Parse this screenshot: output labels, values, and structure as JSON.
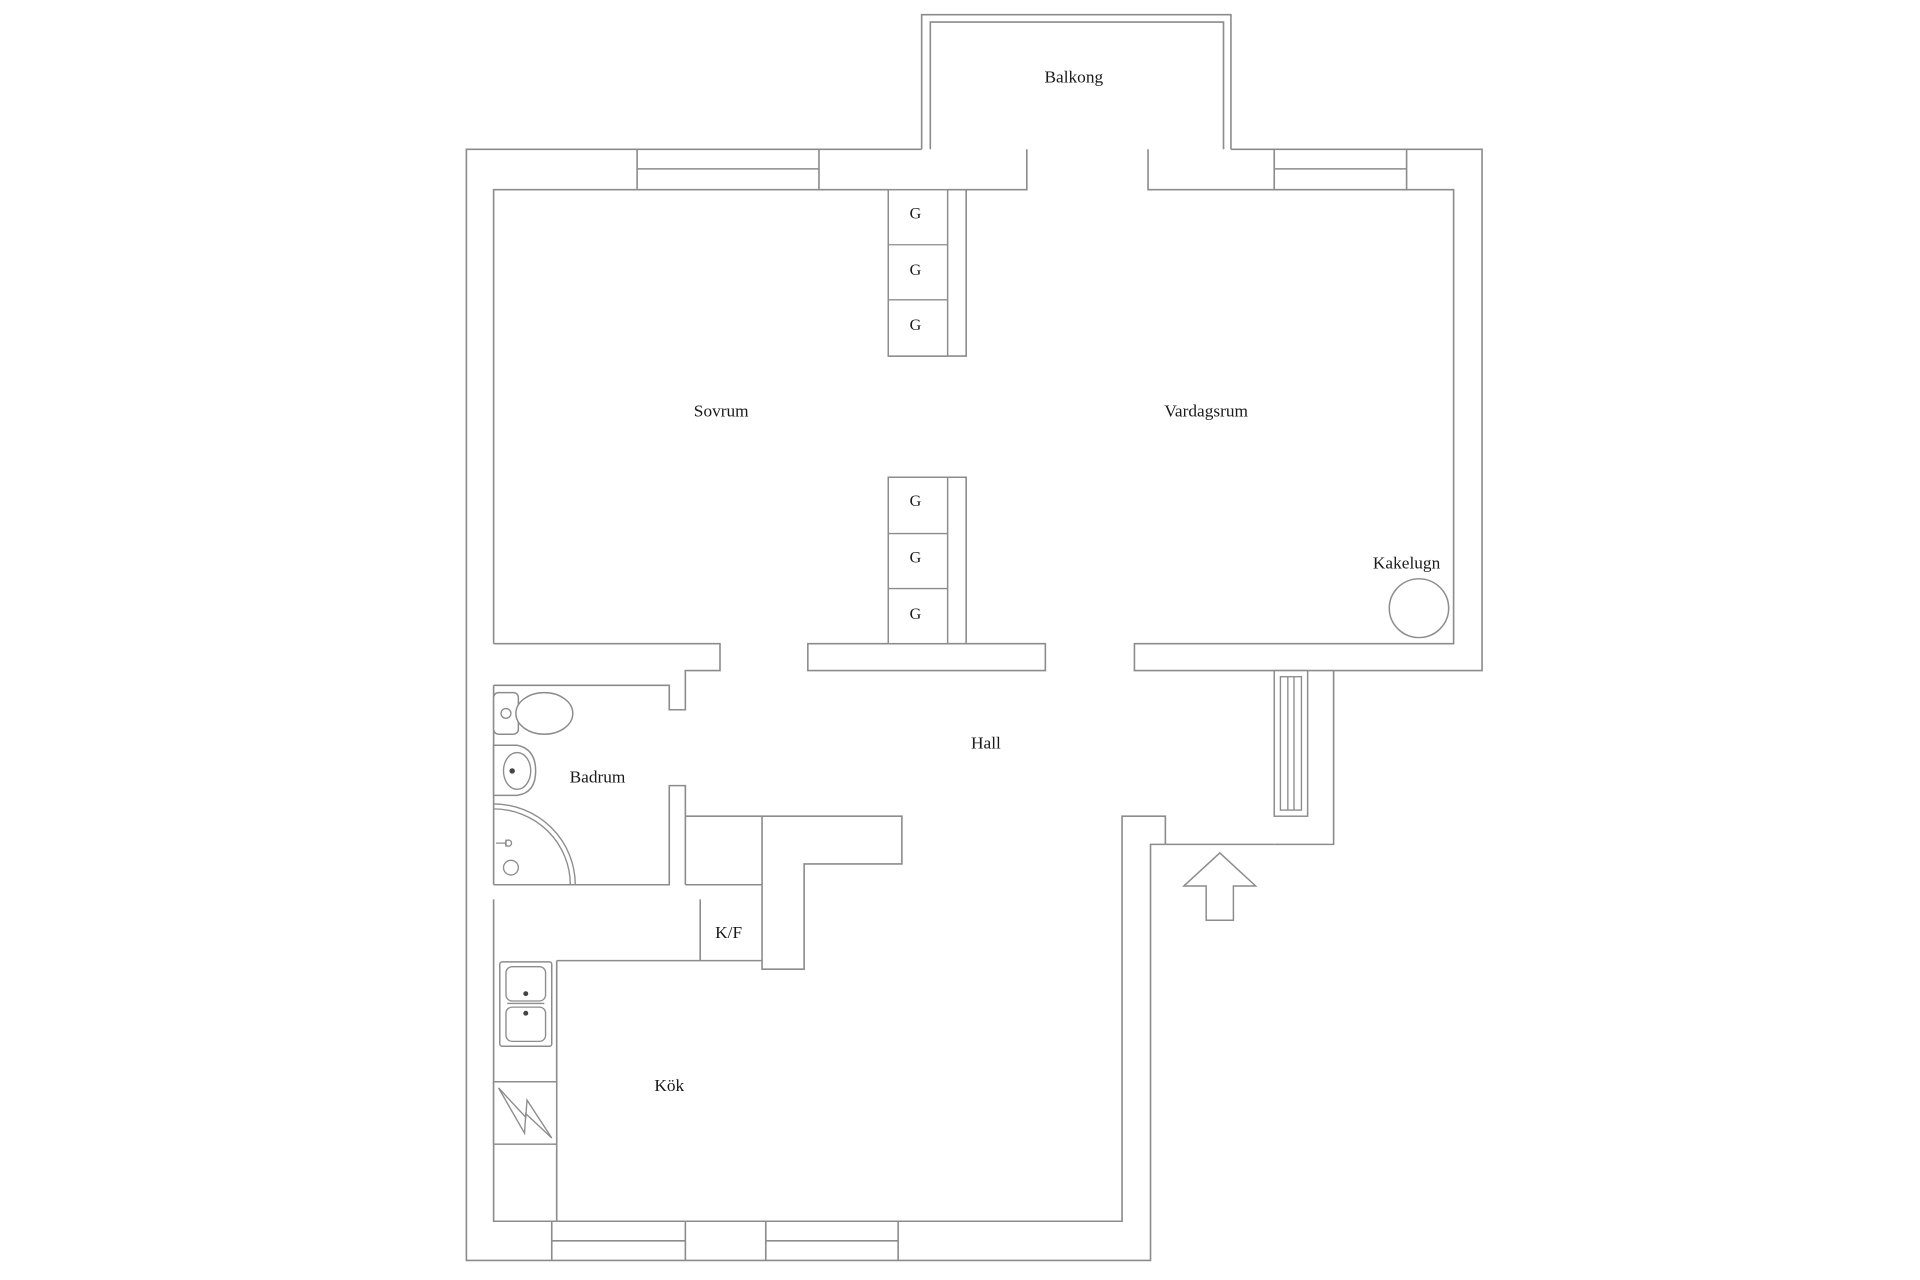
{
  "rooms": {
    "balcony": "Balkong",
    "bedroom": "Sovrum",
    "living_room": "Vardagsrum",
    "tiled_stove": "Kakelugn",
    "hall": "Hall",
    "bathroom": "Badrum",
    "fridge_freezer": "K/F",
    "kitchen": "Kök"
  },
  "wardrobes": [
    "G",
    "G",
    "G",
    "G",
    "G",
    "G"
  ],
  "icons": {
    "entrance": "entrance-arrow-icon",
    "stove": "stove-icon",
    "sink": "kitchen-sink-icon",
    "toilet": "toilet-icon",
    "wash_basin": "wash-basin-icon",
    "shower": "shower-icon",
    "radiator": "radiator-icon",
    "tiled_stove": "tiled-stove-icon"
  },
  "colors": {
    "line": "#8c8c8c",
    "background": "#ffffff",
    "text": "#1a1a1a"
  }
}
